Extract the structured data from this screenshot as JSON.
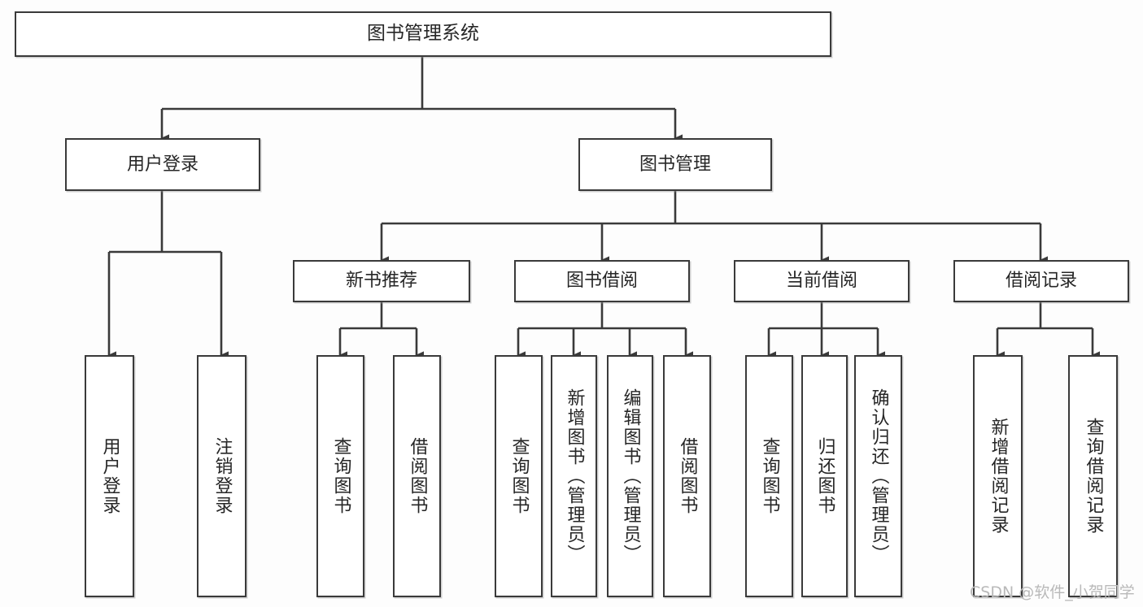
{
  "diagram": {
    "title": "图书管理系统",
    "type": "hierarchy-tree",
    "colors": {
      "background": "#fdfdfd",
      "box_fill": "#ffffff",
      "box_border": "#3a3a3a",
      "text": "#262626",
      "connector": "#3a3a3a",
      "watermark": "#b9b9b9"
    },
    "watermark": "CSDN @软件_小贺同学",
    "levels": {
      "root": {
        "label": "图书管理系统"
      },
      "level2": [
        {
          "label": "用户登录"
        },
        {
          "label": "图书管理"
        }
      ],
      "level3": [
        {
          "label": "新书推荐"
        },
        {
          "label": "图书借阅"
        },
        {
          "label": "当前借阅"
        },
        {
          "label": "借阅记录"
        }
      ],
      "leaves": {
        "user_login": [
          {
            "label": "用户登录"
          },
          {
            "label": "注销登录"
          }
        ],
        "new_book_recommend": [
          {
            "label": "查询图书"
          },
          {
            "label": "借阅图书"
          }
        ],
        "book_borrow": [
          {
            "label": "查询图书"
          },
          {
            "label": "新增图书（管理员）"
          },
          {
            "label": "编辑图书（管理员）"
          },
          {
            "label": "借阅图书"
          }
        ],
        "current_borrow": [
          {
            "label": "查询图书"
          },
          {
            "label": "归还图书"
          },
          {
            "label": "确认归还（管理员）"
          }
        ],
        "borrow_record": [
          {
            "label": "新增借阅记录"
          },
          {
            "label": "查询借阅记录"
          }
        ]
      }
    }
  }
}
